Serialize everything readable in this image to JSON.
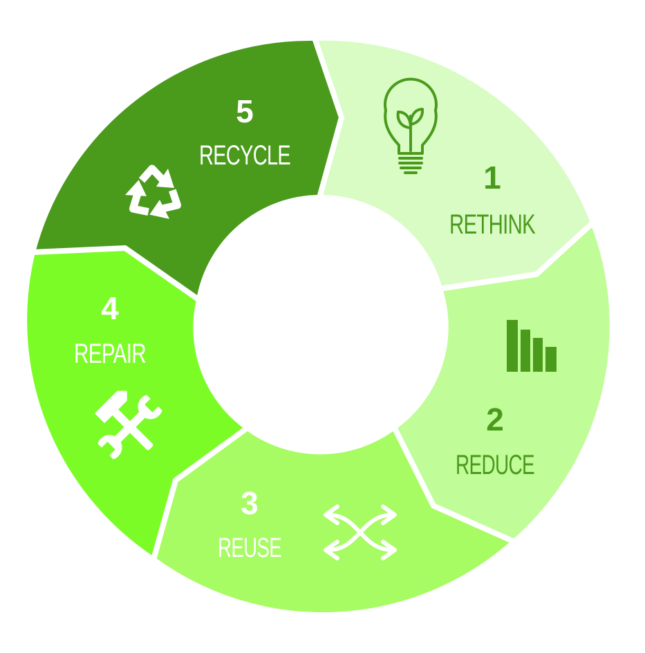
{
  "diagram": {
    "colors": {
      "background": "#ffffff",
      "rethink": "#d8fcc4",
      "reduce": "#c0fc98",
      "reuse": "#a6fc62",
      "repair": "#7cfc26",
      "recycle": "#4a9a1c",
      "dark_text": "#4a9a1c",
      "light_text": "#ffffff"
    },
    "steps": [
      {
        "number": "1",
        "label": "RETHINK",
        "icon": "lightbulb-icon"
      },
      {
        "number": "2",
        "label": "REDUCE",
        "icon": "bar-chart-icon"
      },
      {
        "number": "3",
        "label": "REUSE",
        "icon": "shuffle-icon"
      },
      {
        "number": "4",
        "label": "REPAIR",
        "icon": "tools-icon"
      },
      {
        "number": "5",
        "label": "RECYCLE",
        "icon": "recycle-icon"
      }
    ]
  }
}
